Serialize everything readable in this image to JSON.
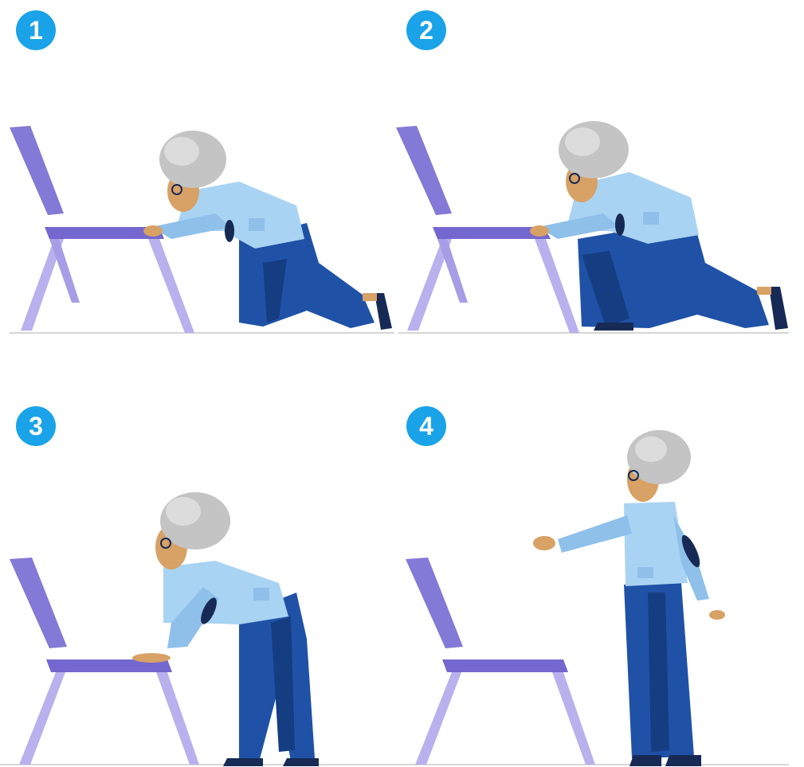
{
  "colors": {
    "badge": "#1aa3e8",
    "chair_back": "#8379d6",
    "chair_seat": "#7467cf",
    "chair_legs": "#b9b0ee",
    "shirt": "#a9d3f3",
    "shirt_shade": "#8ec0ea",
    "trousers": "#1f52a6",
    "trousers_dark": "#153d82",
    "skin": "#d8a165",
    "hair": "#c4c4c4",
    "hair_light": "#dcdcdc",
    "shoes": "#162a55",
    "floor": "#d6d6d6"
  },
  "panels": [
    {
      "step": "1",
      "pose": "kneeling-both-hands-on-seat",
      "icons": [
        "chair-icon",
        "elderly-woman-icon"
      ]
    },
    {
      "step": "2",
      "pose": "half-kneeling-hands-on-seat",
      "icons": [
        "chair-icon",
        "elderly-woman-icon"
      ]
    },
    {
      "step": "3",
      "pose": "standing-bent-over-hand-on-seat",
      "icons": [
        "chair-icon",
        "elderly-woman-icon"
      ]
    },
    {
      "step": "4",
      "pose": "standing-upright-arms-out",
      "icons": [
        "chair-icon",
        "elderly-woman-icon"
      ]
    }
  ]
}
